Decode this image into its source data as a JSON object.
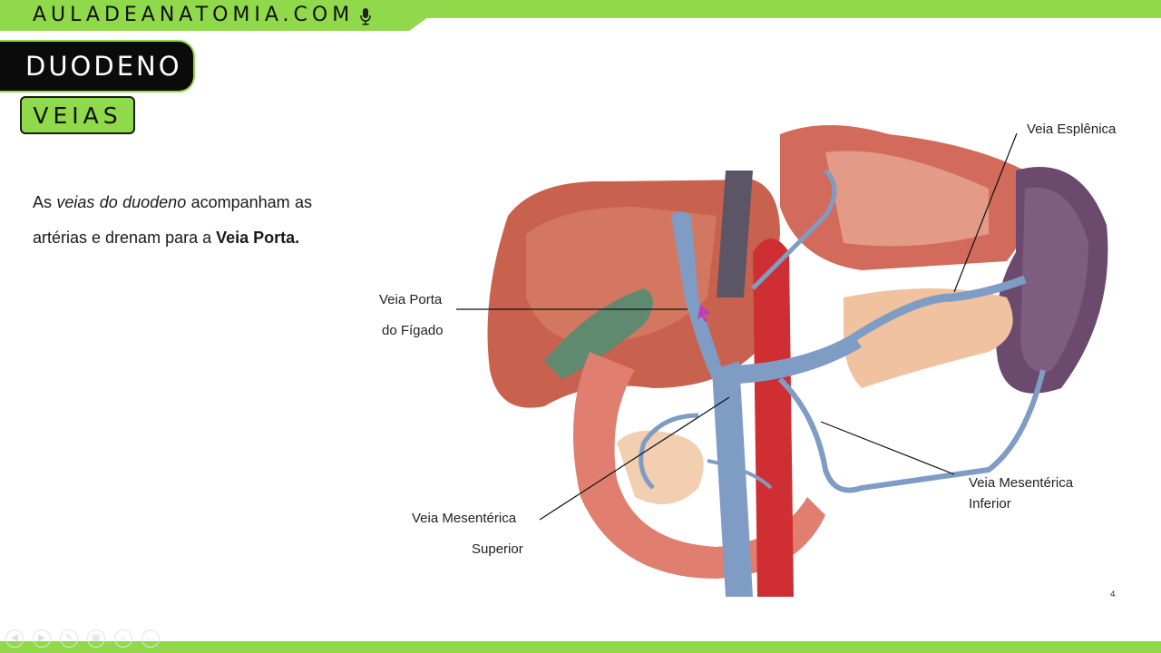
{
  "header": {
    "site_name": "AULADEANATOMIA.COM",
    "accent_color": "#8fd94a",
    "icon": "microphone-icon"
  },
  "slide": {
    "title": "DUODENO",
    "subtitle": "VEIAS",
    "paragraph": {
      "p1": "As ",
      "p2": "veias do duodeno",
      "p3": " acompanham as artérias e drenam para a ",
      "p4": "Veia Porta",
      "p5": "."
    }
  },
  "labels": {
    "veia_porta_l1": "Veia Porta",
    "veia_porta_l2": "do Fígado",
    "veia_esplenica": "Veia Esplênica",
    "veia_mes_sup_l1": "Veia Mesentérica",
    "veia_mes_sup_l2": "Superior",
    "veia_mes_inf_l1": "Veia Mesentérica",
    "veia_mes_inf_l2": "Inferior"
  },
  "page_mark": "4",
  "player_controls": [
    "prev-icon",
    "next-icon",
    "pen-icon",
    "slides-icon",
    "zoom-icon",
    "more-icon"
  ]
}
